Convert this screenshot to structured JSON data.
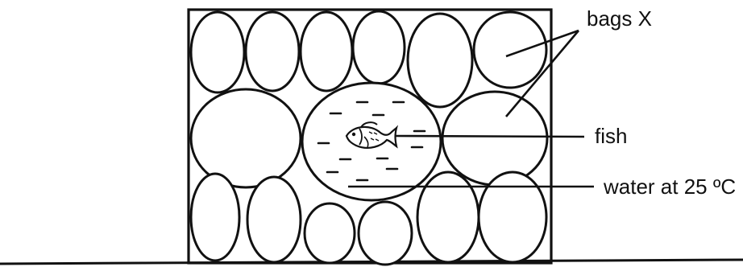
{
  "labels": {
    "bags": "bags X",
    "fish": "fish",
    "water": "water at 25 ºC"
  }
}
